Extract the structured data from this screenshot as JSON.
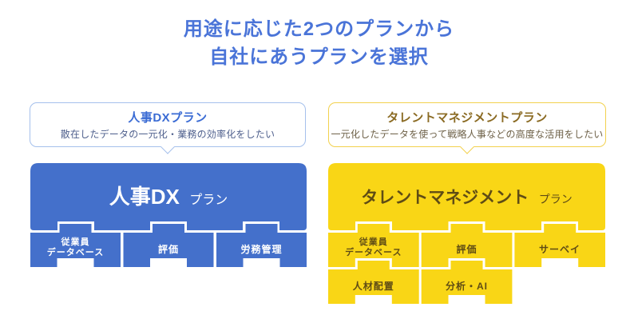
{
  "colors": {
    "white": "#ffffff",
    "title_blue": "#4a74d8",
    "blue": "#4470cb",
    "blue_border": "#a5c0ec",
    "blue_title": "#3a6bd4",
    "blue_sub": "#4e5f8c",
    "yellow": "#f9d616",
    "yellow_border": "#f2d14e",
    "yellow_title": "#8a6a22",
    "yellow_sub": "#6e6148",
    "yellow_text": "#5f4c15",
    "white_text": "#ffffff"
  },
  "title": {
    "line1": "用途に応じた2つのプランから",
    "line2": "自社にあうプランを選択"
  },
  "hr_dx": {
    "bubble_title": "人事DXプラン",
    "bubble_subtitle": "散在したデータの一元化・業務の効率化をしたい",
    "block_name": "人事DX",
    "block_suffix": "プラン",
    "modules": [
      {
        "line1": "従業員",
        "line2": "データベース"
      },
      {
        "label": "評価"
      },
      {
        "label": "労務管理"
      }
    ]
  },
  "talent": {
    "bubble_title": "タレントマネジメントプラン",
    "bubble_subtitle": "一元化したデータを使って戦略人事などの高度な活用をしたい",
    "block_name": "タレントマネジメント",
    "block_suffix": "プラン",
    "modules_row1": [
      {
        "line1": "従業員",
        "line2": "データベース"
      },
      {
        "label": "評価"
      },
      {
        "label": "サーベイ"
      }
    ],
    "modules_row2": [
      {
        "label": "人材配置"
      },
      {
        "label": "分析・AI"
      }
    ]
  }
}
